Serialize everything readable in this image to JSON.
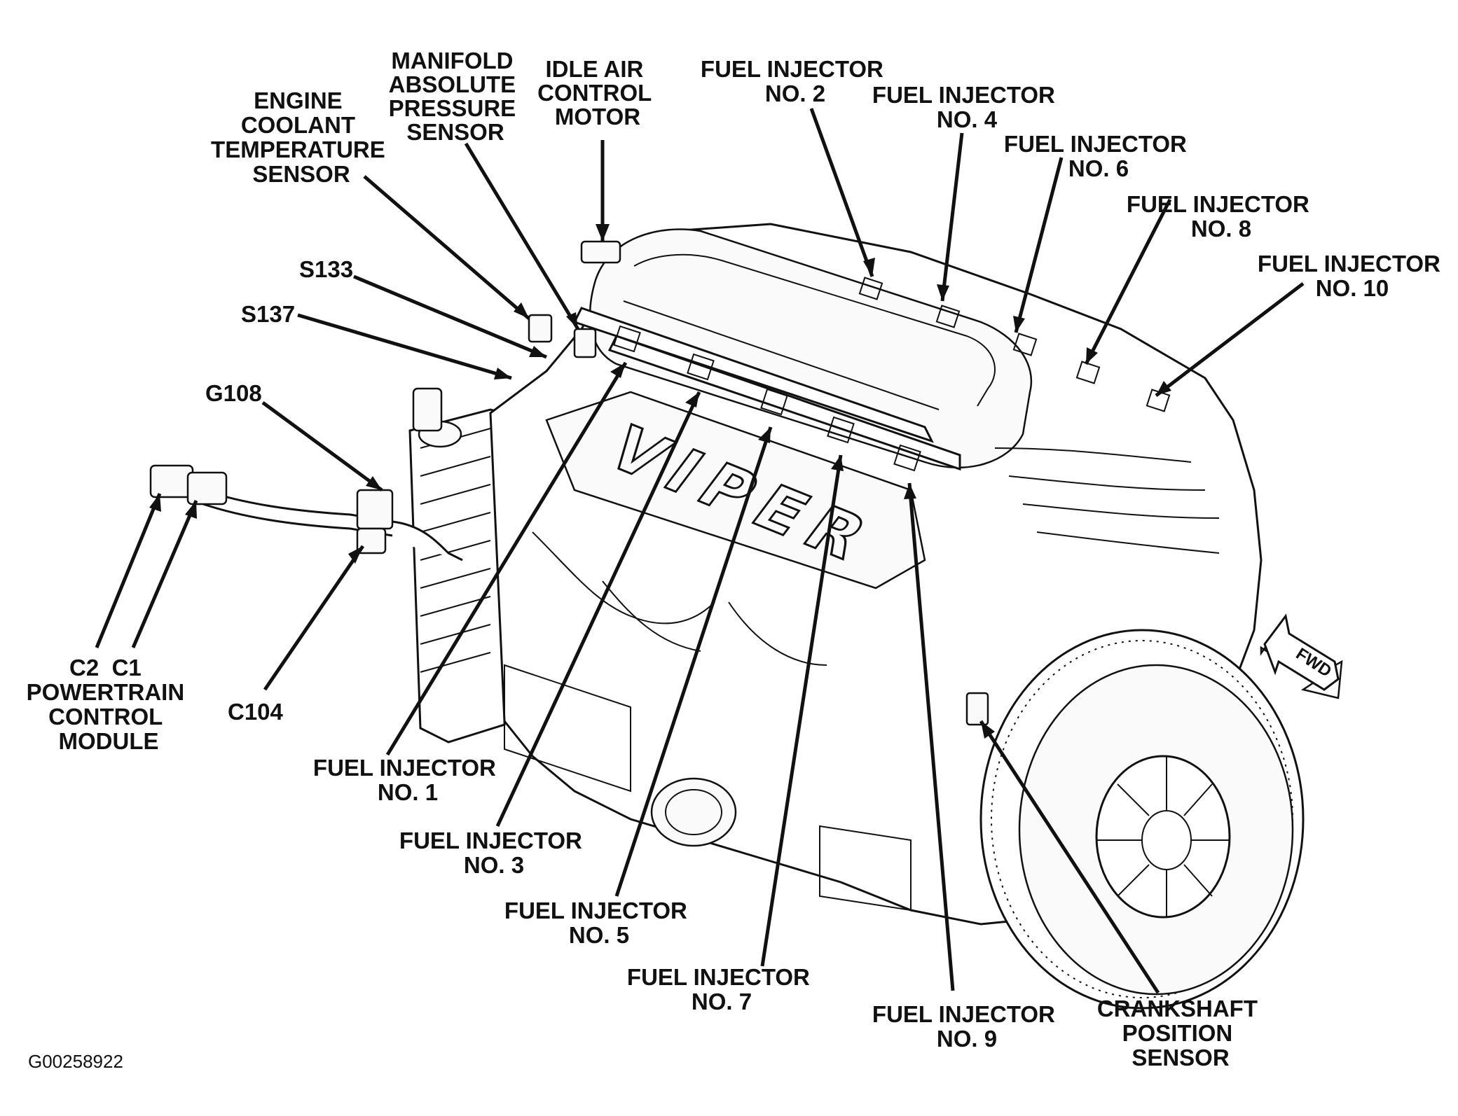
{
  "labels": {
    "engine_coolant_temperature_sensor": [
      "ENGINE",
      "COOLANT",
      "TEMPERATURE",
      "SENSOR"
    ],
    "manifold_absolute_pressure_sensor": [
      "MANIFOLD",
      "ABSOLUTE",
      "PRESSURE",
      "SENSOR"
    ],
    "idle_air_control_motor": [
      "IDLE AIR",
      "CONTROL",
      "MOTOR"
    ],
    "fuel_injector_2": [
      "FUEL INJECTOR",
      "NO. 2"
    ],
    "fuel_injector_4": [
      "FUEL INJECTOR",
      "NO. 4"
    ],
    "fuel_injector_6": [
      "FUEL INJECTOR",
      "NO. 6"
    ],
    "fuel_injector_8": [
      "FUEL INJECTOR",
      "NO. 8"
    ],
    "fuel_injector_10": [
      "FUEL INJECTOR",
      "NO. 10"
    ],
    "s133": "S133",
    "s137": "S137",
    "g108": "G108",
    "c104": "C104",
    "powertrain_control_module": [
      "C2  C1",
      "POWERTRAIN",
      "CONTROL",
      "MODULE"
    ],
    "fuel_injector_1": [
      "FUEL INJECTOR",
      "NO. 1"
    ],
    "fuel_injector_3": [
      "FUEL INJECTOR",
      "NO. 3"
    ],
    "fuel_injector_5": [
      "FUEL INJECTOR",
      "NO. 5"
    ],
    "fuel_injector_7": [
      "FUEL INJECTOR",
      "NO. 7"
    ],
    "fuel_injector_9": [
      "FUEL INJECTOR",
      "NO. 9"
    ],
    "crankshaft_position_sensor": [
      "CRANKSHAFT",
      "POSITION",
      "SENSOR"
    ],
    "fwd_arrow": "FWD",
    "engine_badge": "VIPER"
  },
  "figure_code": "G00258922"
}
